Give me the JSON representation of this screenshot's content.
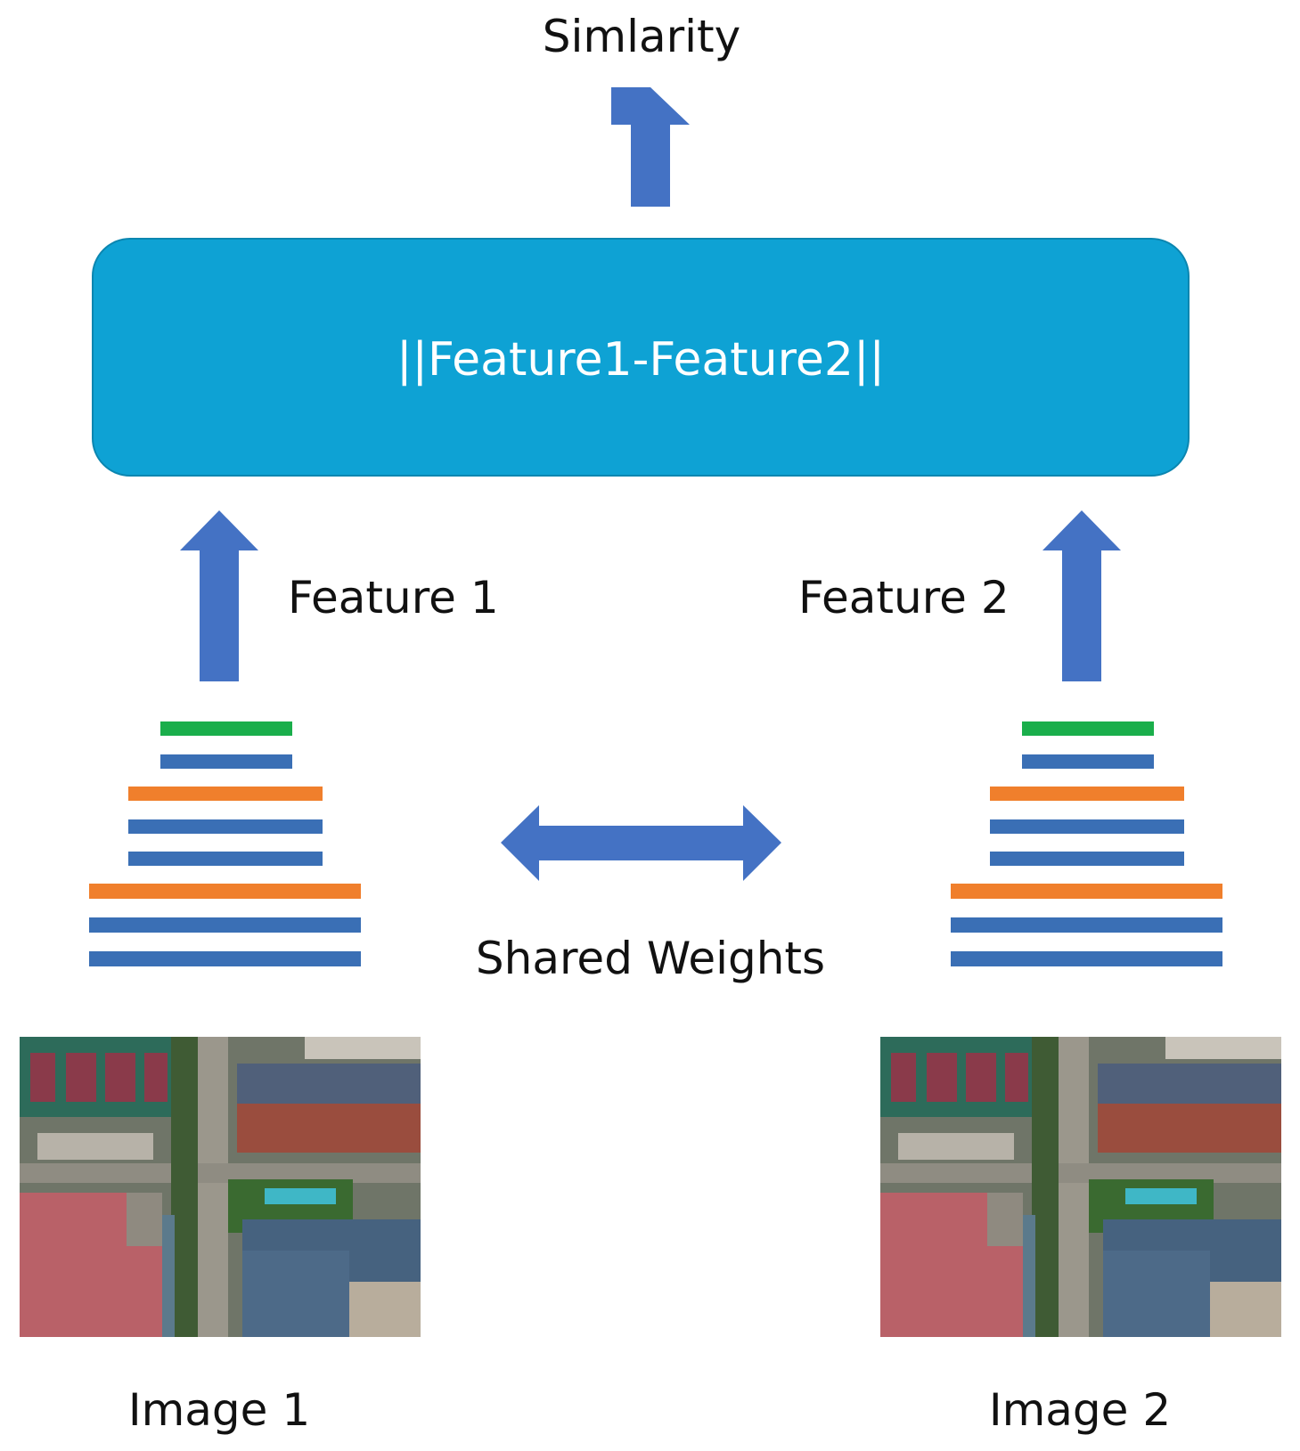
{
  "labels": {
    "output": "Simlarity",
    "distance": "||Feature1-Feature2||",
    "feature_left": "Feature 1",
    "feature_right": "Feature 2",
    "shared": "Shared Weights",
    "image_left": "Image 1",
    "image_right": "Image 2"
  },
  "colors": {
    "arrow": "#4472C4",
    "distance_box": "#0EA2D4",
    "distance_box_border": "#0B86B0",
    "layer_green": "#1AAE4B",
    "layer_blue": "#3A6FB5",
    "layer_orange": "#F07F2C"
  },
  "network_layers": [
    "green",
    "blue",
    "orange",
    "blue",
    "blue",
    "orange",
    "blue",
    "blue"
  ],
  "images": [
    {
      "name": "image-1",
      "content": "aerial-campus-photo"
    },
    {
      "name": "image-2",
      "content": "aerial-campus-photo"
    }
  ]
}
